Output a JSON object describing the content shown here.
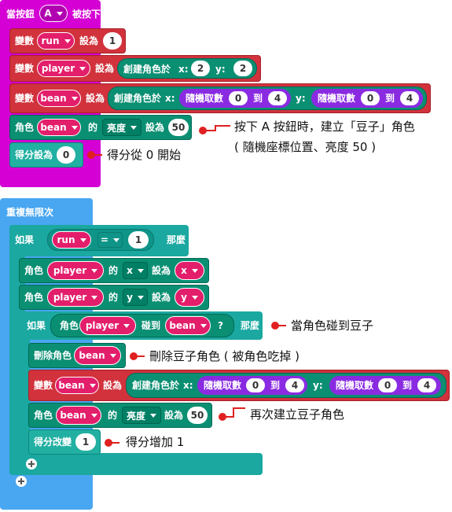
{
  "event": {
    "when_pressed": "當按鈕",
    "button": "A",
    "pressed": "被按下"
  },
  "labels": {
    "variable": "變數",
    "set_to": "設為",
    "create_sprite": "創建角色於",
    "x_colon": "x:",
    "y_colon": "y:",
    "random": "隨機取數",
    "to": "到",
    "sprite": "角色",
    "of": "的",
    "brightness": "亮度",
    "score_set": "得分設為",
    "forever": "重複無限次",
    "if": "如果",
    "then": "那麼",
    "eq": "=",
    "x": "x",
    "y": "y",
    "touching": "碰到",
    "question": "?",
    "delete_sprite": "刪除角色",
    "score_change": "得分改變"
  },
  "vars": {
    "run": "run",
    "player": "player",
    "bean": "bean"
  },
  "values": {
    "run_init": "1",
    "player_x": "2",
    "player_y": "2",
    "rand_min": "0",
    "rand_max": "4",
    "bright": "50",
    "score_init": "0",
    "run_cmp": "1",
    "score_inc": "1"
  },
  "annotations": {
    "a1_line1": "按下 A 按鈕時，建立「豆子」角色",
    "a1_line2": "( 隨機座標位置、亮度 50 )",
    "a2": "得分從 0 開始",
    "a3": "當角色碰到豆子",
    "a4": "刪除豆子角色 ( 被角色吃掉 )",
    "a5": "再次建立豆子角色",
    "a6": "得分增加 1"
  },
  "colors": {
    "event": "#d400d4",
    "variables": "#d1323c",
    "sprite": "#0b8f73",
    "math": "#8a2be2",
    "loop": "#49a6f0",
    "logic": "#1aa8a0",
    "annotation_marker": "#e02020"
  }
}
